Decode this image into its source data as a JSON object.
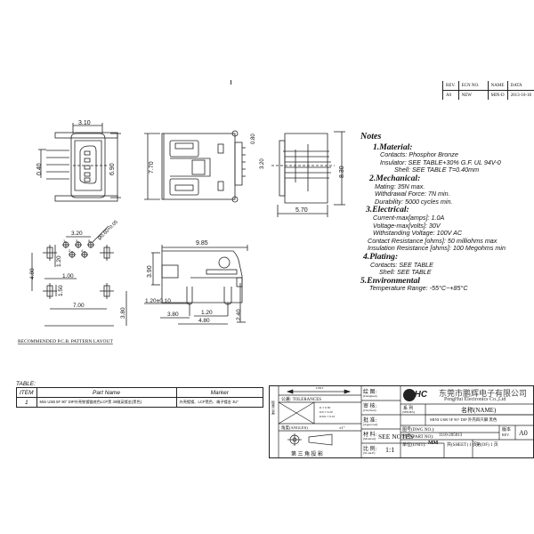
{
  "revision_table": {
    "headers": [
      "REV.",
      "ECN NO.",
      "NAME",
      "DATA"
    ],
    "rows": [
      [
        "A0",
        "NEW",
        "MIN-D",
        "2013-10-18"
      ]
    ]
  },
  "front_view": {
    "dims": {
      "width_top": "3.10",
      "pitch": "0.40",
      "height": "6.90"
    }
  },
  "top_view": {
    "dims": {
      "height": "7.70",
      "pin_offset": "0.80",
      "pin_span": "3.20"
    }
  },
  "side_view": {
    "dims": {
      "height": "8.30",
      "depth": "5.70"
    }
  },
  "pcb_layout": {
    "dims": {
      "pin_pitch": "3.20",
      "hole_dia": "Ø0.60+0.05",
      "pin_row_offset": "1.20",
      "pad_height_total": "4.80",
      "pad_width": "1.00",
      "pad_height": "1.50",
      "pad_span": "7.00",
      "pad_to_edge": "3.80"
    },
    "pin_labels": [
      "1",
      "3",
      "5",
      "2",
      "4"
    ],
    "caption": "RECOMMENDED P.C.B. PATTERN LAYOUT"
  },
  "profile_view": {
    "dims": {
      "length": "9.85",
      "height": "3.90",
      "pin_dia": "1.20±0.10",
      "pin_offset": "3.80",
      "inner": "1.20",
      "span": "4.80",
      "lead": "2.40"
    }
  },
  "notes": {
    "title": "Notes",
    "sections": [
      {
        "heading": "1.Material:",
        "lines": [
          "Contacts: Phosphor Bronze",
          "Insulator: SEE TABLE+30% G.F. UL 94V-0",
          "Shell: SEE TABLE T=0.40mm"
        ]
      },
      {
        "heading": "2.Mechanical:",
        "lines": [
          "Mating: 35N max.",
          "Withdrawal Force: 7N min.",
          "Durability: 5000 cycles min."
        ]
      },
      {
        "heading": "3.Electrical:",
        "lines": [
          "Current-max[amps]: 1.0A",
          "Voltage-max[volts]: 30V",
          "Withstanding Voltage: 100V AC",
          "Contact Resistance [ohms]: 50 milliohms max",
          "Insulation Resistance [ohms]: 100 Megohms min"
        ]
      },
      {
        "heading": "4.Plating:",
        "lines": [
          "Contacts:  SEE TABLE",
          "Shell: SEE TABLE"
        ]
      },
      {
        "heading": "5.Environmental",
        "lines": [
          "Temperature Range: -55°C~+85°C"
        ]
      }
    ]
  },
  "parts_table": {
    "label": "TABLE:",
    "headers": [
      "ITEM",
      "Part Name",
      "Marker"
    ],
    "rows": [
      [
        "1",
        "Mini USB 5F 90° DIP外壳铁镀镟底色LCP黑 30微英镀金(黑色)",
        "外壳镀镀、LCP黑色、端子镀金 3U\""
      ]
    ]
  },
  "title_block": {
    "unit_label": "UNIT",
    "tolerances_label": "公差: TOLERANCES",
    "angle_label": "角度(ANGLES)",
    "angle_value": "±1°",
    "projection_label": "第 三 角 投 影",
    "drawn_label": "绘  图:",
    "drawn_en": "(Designed)",
    "checked_label": "审  核:",
    "checked_en": "(Checked)",
    "approved_label": "批  准:",
    "approved_en": "(Approved)",
    "material_label": "材  料:",
    "material_en": "(Material)",
    "material_value": "SEE NOTES",
    "scale_label": "比  例:",
    "scale_en": "(SCALE)",
    "scale_value": "1:1",
    "company_logo": "PHC",
    "company_cn": "东莞市鹏辉电子有限公司",
    "company_en": "PengHui Electronics Co.,Ltd",
    "series_label": "系  列",
    "series_en": "(SERIES)",
    "name_label": "名称(NAME)",
    "name_value": "MINI USB 5F 90° DIP 外壳四只脚 黑色",
    "dwg_label": "图号(DWG NO.):",
    "part_label": "料号(PART NO):",
    "part_value": "1110-205013",
    "rev_label": "版本",
    "rev_en": "REV.",
    "rev_value": "A0",
    "unit_row_label": "单位(UNIT):",
    "unit_value": "MM",
    "sheet_label": "共(SHEET) 1 页",
    "of_label": "第(OF) 1 页",
    "side_strip": "标准公差"
  }
}
